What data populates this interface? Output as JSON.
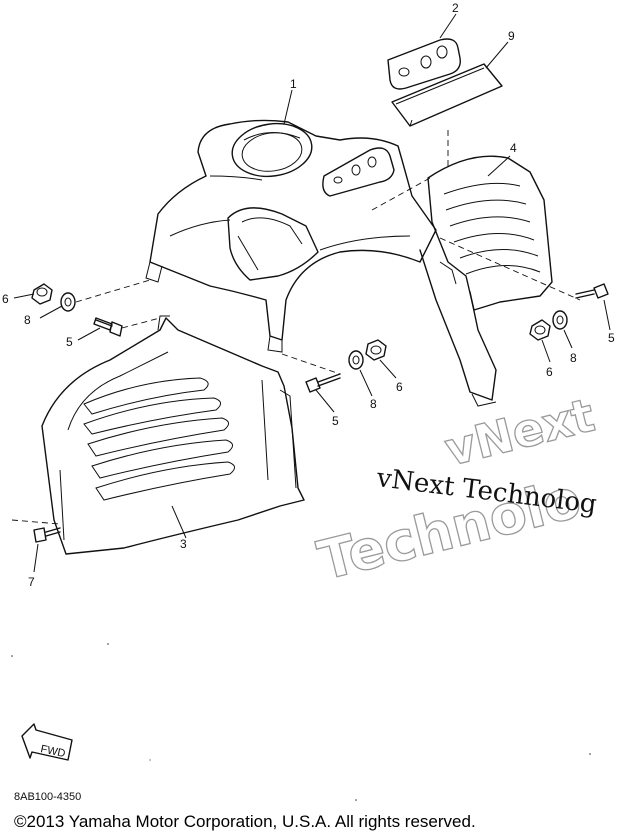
{
  "diagram": {
    "callouts": {
      "c1": "1",
      "c2": "2",
      "c3": "3",
      "c4": "4",
      "c5a": "5",
      "c5b": "5",
      "c5c": "5",
      "c6a": "6",
      "c6b": "6",
      "c6c": "6",
      "c7": "7",
      "c8a": "8",
      "c8b": "8",
      "c8c": "8",
      "c9": "9"
    },
    "fwd_label": "FWD",
    "part_code": "8AB100-4350"
  },
  "watermark": {
    "line_text": "vNext Technolog",
    "outline_top": "vNext",
    "outline_bottom": "Technolo"
  },
  "footer": {
    "copyright": "©2013 Yamaha Motor Corporation, U.S.A. All rights reserved."
  }
}
